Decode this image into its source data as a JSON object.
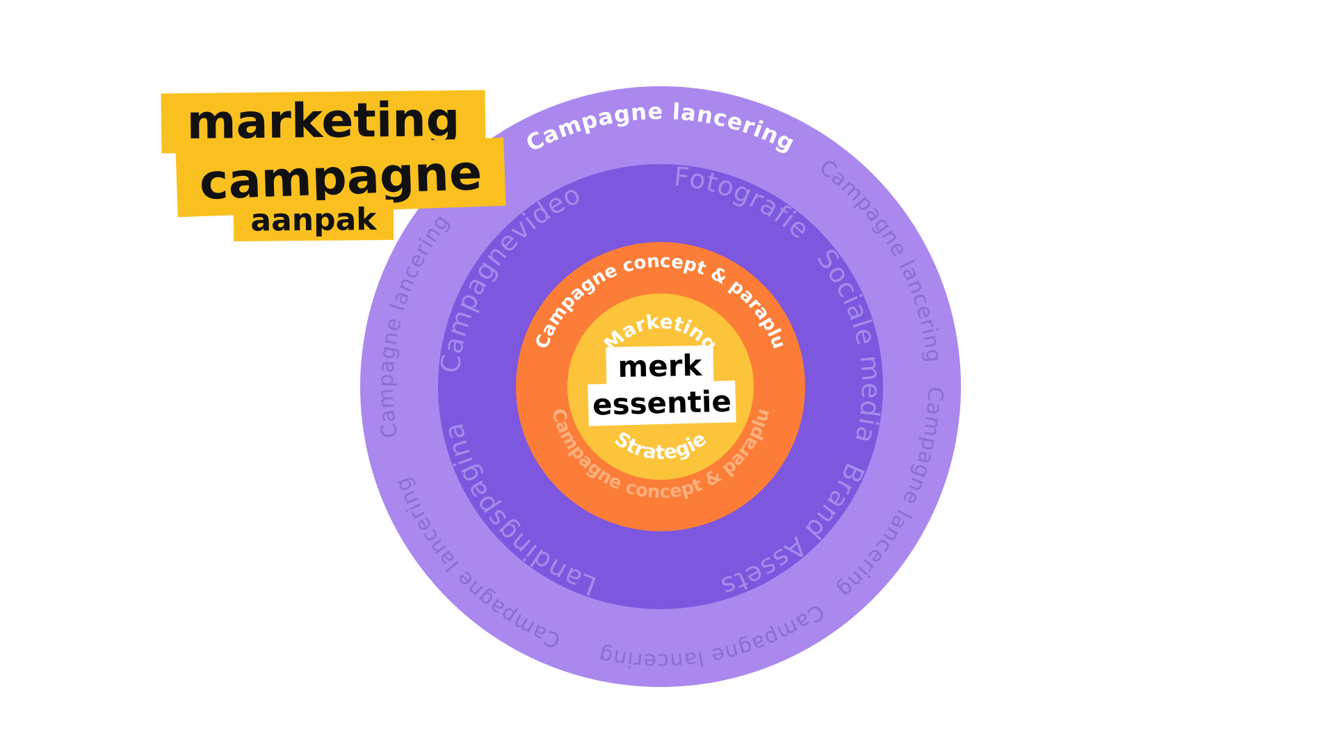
{
  "title": {
    "line1": "marketing",
    "line2": "campagne",
    "line3": "aanpak"
  },
  "core": {
    "line1": "merk",
    "line2": "essentie"
  },
  "rings": {
    "center_top": "Marketing",
    "center_bottom": "Strategie",
    "orange_top": "Campagne concept & paraplu",
    "orange_bottom": "Campagne concept & paraplu",
    "violet": [
      "Fotografie",
      "Sociale media",
      "Brand Assets",
      "Landingspagina",
      "Campagnevideo"
    ],
    "outer_highlight": "Campagne lancering",
    "outer_repeat": "Campagne lancering"
  },
  "colors": {
    "outer_ring": "#ab88ee",
    "middle_ring": "#7d57de",
    "orange_ring": "#fb7d38",
    "center": "#fbc43a",
    "tag": "#f9c01f",
    "faint_text_outer": "#8d6bd8",
    "faint_text_middle": "#a58bea",
    "faint_text_orange": "#fdb07d"
  }
}
